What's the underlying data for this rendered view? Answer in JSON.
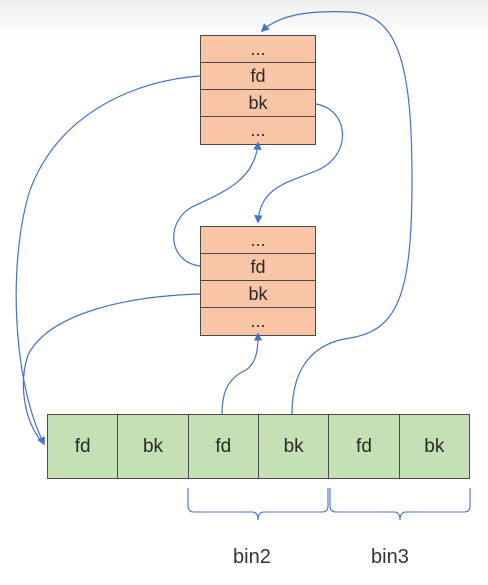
{
  "top_chunk": {
    "cells": [
      "...",
      "fd",
      "bk",
      "..."
    ]
  },
  "mid_chunk": {
    "cells": [
      "...",
      "fd",
      "bk",
      "..."
    ]
  },
  "bin_array": {
    "cells": [
      "fd",
      "bk",
      "fd",
      "bk",
      "fd",
      "bk"
    ]
  },
  "brackets": {
    "bin2": "bin2",
    "bin3": "bin3"
  },
  "colors": {
    "chunk_fill": "#f8c6a6",
    "bin_fill": "#c5e0b4",
    "arrow": "#4472c4"
  }
}
